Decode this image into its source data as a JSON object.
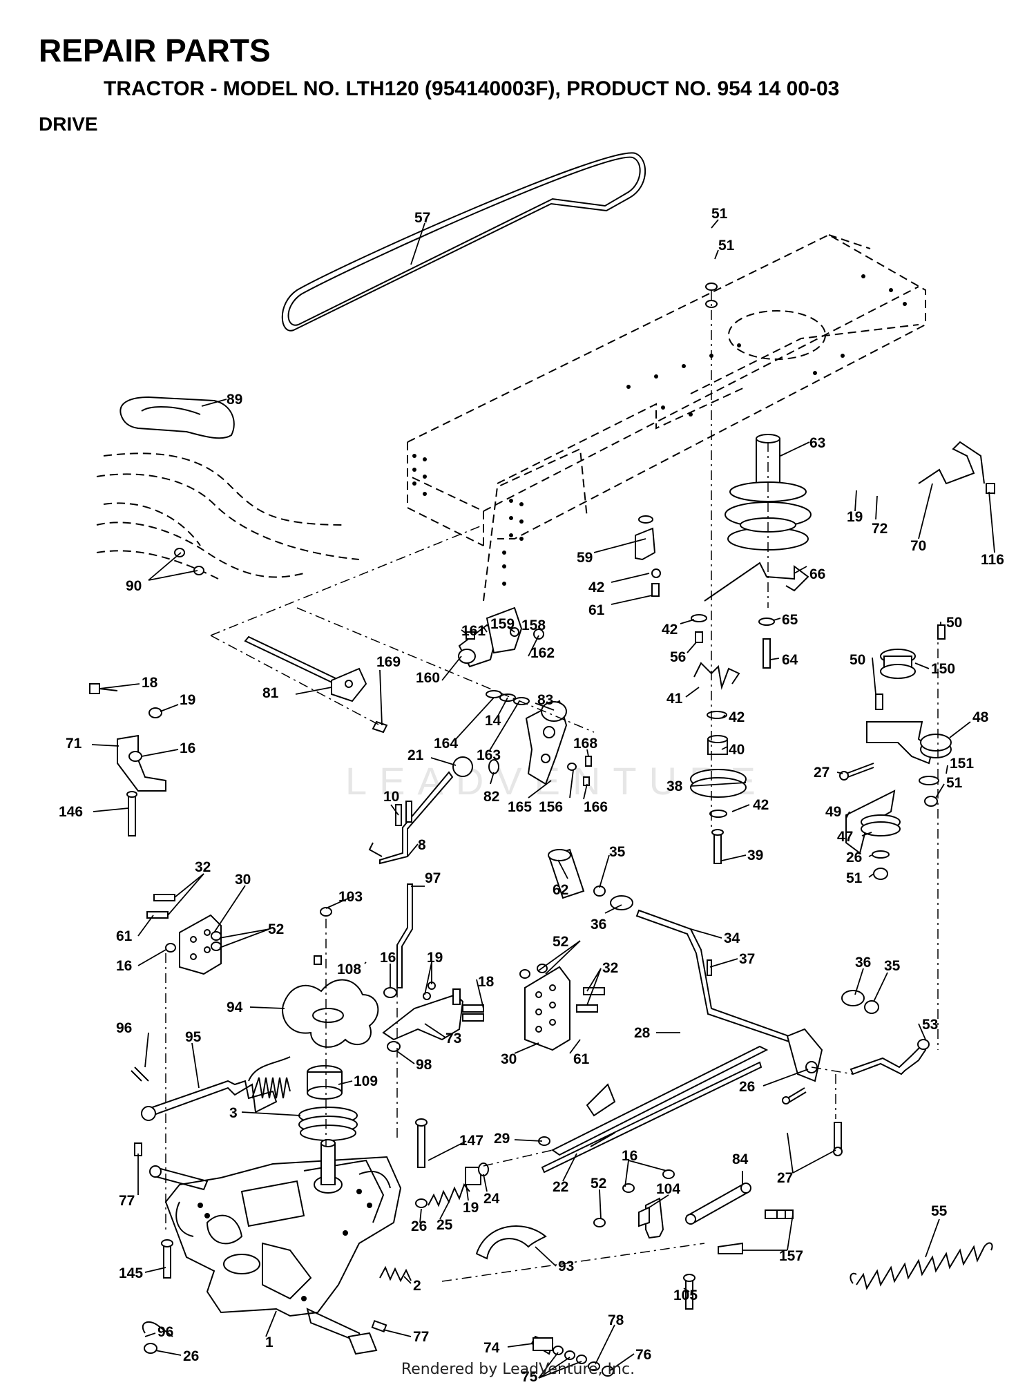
{
  "header": {
    "title": "REPAIR PARTS",
    "subtitle": "TRACTOR - MODEL NO. LTH120 (954140003F), PRODUCT NO. 954 14 00-03",
    "section": "DRIVE"
  },
  "footer": {
    "text": "Rendered by LeadVenture, Inc."
  },
  "watermark": {
    "text": "LEADVENTURE"
  },
  "callouts": [
    {
      "id": "c57",
      "text": "57"
    },
    {
      "id": "c51a",
      "text": "51"
    },
    {
      "id": "c51b",
      "text": "51"
    },
    {
      "id": "c89",
      "text": "89"
    },
    {
      "id": "c63",
      "text": "63"
    },
    {
      "id": "c19a",
      "text": "19"
    },
    {
      "id": "c72",
      "text": "72"
    },
    {
      "id": "c70",
      "text": "70"
    },
    {
      "id": "c116",
      "text": "116"
    },
    {
      "id": "c59",
      "text": "59"
    },
    {
      "id": "c66",
      "text": "66"
    },
    {
      "id": "c42a",
      "text": "42"
    },
    {
      "id": "c61a",
      "text": "61"
    },
    {
      "id": "c90",
      "text": "90"
    },
    {
      "id": "c42b",
      "text": "42"
    },
    {
      "id": "c65",
      "text": "65"
    },
    {
      "id": "c56",
      "text": "56"
    },
    {
      "id": "c64",
      "text": "64"
    },
    {
      "id": "c50a",
      "text": "50"
    },
    {
      "id": "c50b",
      "text": "50"
    },
    {
      "id": "c150",
      "text": "150"
    },
    {
      "id": "c161",
      "text": "161"
    },
    {
      "id": "c159",
      "text": "159"
    },
    {
      "id": "c158",
      "text": "158"
    },
    {
      "id": "c169",
      "text": "169"
    },
    {
      "id": "c160",
      "text": "160"
    },
    {
      "id": "c162",
      "text": "162"
    },
    {
      "id": "c18a",
      "text": "18"
    },
    {
      "id": "c19b",
      "text": "19"
    },
    {
      "id": "c71",
      "text": "71"
    },
    {
      "id": "c16a",
      "text": "16"
    },
    {
      "id": "c81",
      "text": "81"
    },
    {
      "id": "c83",
      "text": "83"
    },
    {
      "id": "c14",
      "text": "14"
    },
    {
      "id": "c164",
      "text": "164"
    },
    {
      "id": "c163",
      "text": "163"
    },
    {
      "id": "c41",
      "text": "41"
    },
    {
      "id": "c42c",
      "text": "42"
    },
    {
      "id": "c40",
      "text": "40"
    },
    {
      "id": "c48",
      "text": "48"
    },
    {
      "id": "c21",
      "text": "21"
    },
    {
      "id": "c168",
      "text": "168"
    },
    {
      "id": "c27a",
      "text": "27"
    },
    {
      "id": "c151",
      "text": "151"
    },
    {
      "id": "c51c",
      "text": "51"
    },
    {
      "id": "c38",
      "text": "38"
    },
    {
      "id": "c146",
      "text": "146"
    },
    {
      "id": "c10",
      "text": "10"
    },
    {
      "id": "c82",
      "text": "82"
    },
    {
      "id": "c165",
      "text": "165"
    },
    {
      "id": "c156",
      "text": "156"
    },
    {
      "id": "c166",
      "text": "166"
    },
    {
      "id": "c42d",
      "text": "42"
    },
    {
      "id": "c49",
      "text": "49"
    },
    {
      "id": "c47",
      "text": "47"
    },
    {
      "id": "c8",
      "text": "8"
    },
    {
      "id": "c39",
      "text": "39"
    },
    {
      "id": "c26a",
      "text": "26"
    },
    {
      "id": "c51d",
      "text": "51"
    },
    {
      "id": "c32a",
      "text": "32"
    },
    {
      "id": "c30a",
      "text": "30"
    },
    {
      "id": "c35a",
      "text": "35"
    },
    {
      "id": "c62",
      "text": "62"
    },
    {
      "id": "c97",
      "text": "97"
    },
    {
      "id": "c103",
      "text": "103"
    },
    {
      "id": "c61b",
      "text": "61"
    },
    {
      "id": "c52a",
      "text": "52"
    },
    {
      "id": "c16b",
      "text": "16"
    },
    {
      "id": "c36a",
      "text": "36"
    },
    {
      "id": "c34",
      "text": "34"
    },
    {
      "id": "c52b",
      "text": "52"
    },
    {
      "id": "c108",
      "text": "108"
    },
    {
      "id": "c16c",
      "text": "16"
    },
    {
      "id": "c19c",
      "text": "19"
    },
    {
      "id": "c37",
      "text": "37"
    },
    {
      "id": "c36b",
      "text": "36"
    },
    {
      "id": "c35b",
      "text": "35"
    },
    {
      "id": "c32b",
      "text": "32"
    },
    {
      "id": "c18b",
      "text": "18"
    },
    {
      "id": "c94",
      "text": "94"
    },
    {
      "id": "c53",
      "text": "53"
    },
    {
      "id": "c96a",
      "text": "96"
    },
    {
      "id": "c95",
      "text": "95"
    },
    {
      "id": "c73",
      "text": "73"
    },
    {
      "id": "c30b",
      "text": "30"
    },
    {
      "id": "c61c",
      "text": "61"
    },
    {
      "id": "c28",
      "text": "28"
    },
    {
      "id": "c98",
      "text": "98"
    },
    {
      "id": "c109",
      "text": "109"
    },
    {
      "id": "c26b",
      "text": "26"
    },
    {
      "id": "c3",
      "text": "3"
    },
    {
      "id": "c29",
      "text": "29"
    },
    {
      "id": "c147",
      "text": "147"
    },
    {
      "id": "c16d",
      "text": "16"
    },
    {
      "id": "c84",
      "text": "84"
    },
    {
      "id": "c27b",
      "text": "27"
    },
    {
      "id": "c55",
      "text": "55"
    },
    {
      "id": "c22",
      "text": "22"
    },
    {
      "id": "c52c",
      "text": "52"
    },
    {
      "id": "c104",
      "text": "104"
    },
    {
      "id": "c77a",
      "text": "77"
    },
    {
      "id": "c24",
      "text": "24"
    },
    {
      "id": "c19d",
      "text": "19"
    },
    {
      "id": "c25",
      "text": "25"
    },
    {
      "id": "c26c",
      "text": "26"
    },
    {
      "id": "c93",
      "text": "93"
    },
    {
      "id": "c157",
      "text": "157"
    },
    {
      "id": "c145",
      "text": "145"
    },
    {
      "id": "c2",
      "text": "2"
    },
    {
      "id": "c105",
      "text": "105"
    },
    {
      "id": "c78",
      "text": "78"
    },
    {
      "id": "c96b",
      "text": "96"
    },
    {
      "id": "c77b",
      "text": "77"
    },
    {
      "id": "c74",
      "text": "74"
    },
    {
      "id": "c76",
      "text": "76"
    },
    {
      "id": "c75",
      "text": "75"
    },
    {
      "id": "c1",
      "text": "1"
    },
    {
      "id": "c26d",
      "text": "26"
    }
  ]
}
